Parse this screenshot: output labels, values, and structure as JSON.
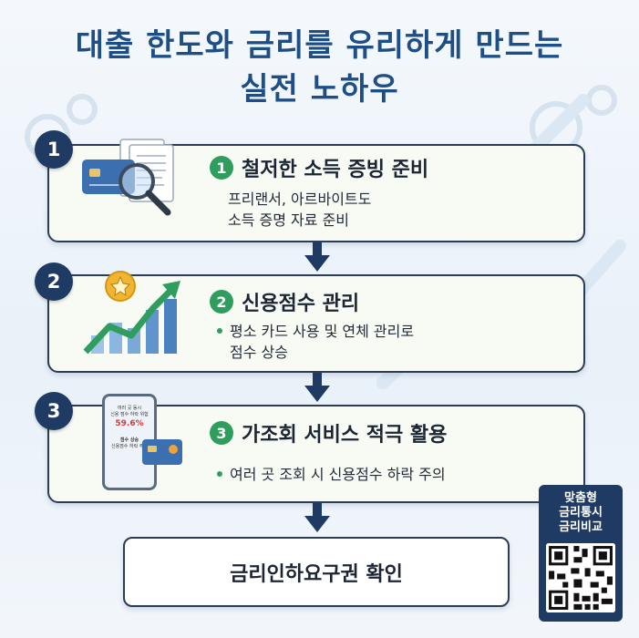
{
  "title": {
    "line1": "대출 한도와 금리를 유리하게 만드는",
    "line2": "실전 노하우"
  },
  "steps": [
    {
      "number": "1",
      "circle_num": "1",
      "heading": "철저한 소득 증빙 준비",
      "desc_lines": [
        "프리랜서, 아르바이트도",
        "소득 증명 자료 준비"
      ],
      "icon": "credit-card-documents-magnifier-icon"
    },
    {
      "number": "2",
      "circle_num": "2",
      "heading": "신용점수 관리",
      "desc_lines": [
        "평소 카드 사용 및 연체 관리로",
        "점수 상승"
      ],
      "icon": "rising-chart-star-icon"
    },
    {
      "number": "3",
      "circle_num": "3",
      "heading": "가조회 서비스 적극 활용",
      "desc_lines": [
        "여러 곳 조회 시 신용점수 하락 주의"
      ],
      "icon": "phone-card-icon",
      "phone_screen": {
        "line1": "여러 곳 동시",
        "line2": "신용 점수 하락 위험",
        "percent": "59.6%",
        "line3": "점수 상승",
        "line4": "신용점수 하락 주의"
      }
    }
  ],
  "final": {
    "label": "금리인하요구권 확인"
  },
  "qr_panel": {
    "lines": [
      "맞춤형",
      "금리통시",
      "금리비교"
    ],
    "icon": "qr-code-icon"
  },
  "colors": {
    "title": "#1d4f86",
    "badge": "#1f3b63",
    "accent_green": "#2f9d5e",
    "card_bg": "#f8fbf4"
  }
}
